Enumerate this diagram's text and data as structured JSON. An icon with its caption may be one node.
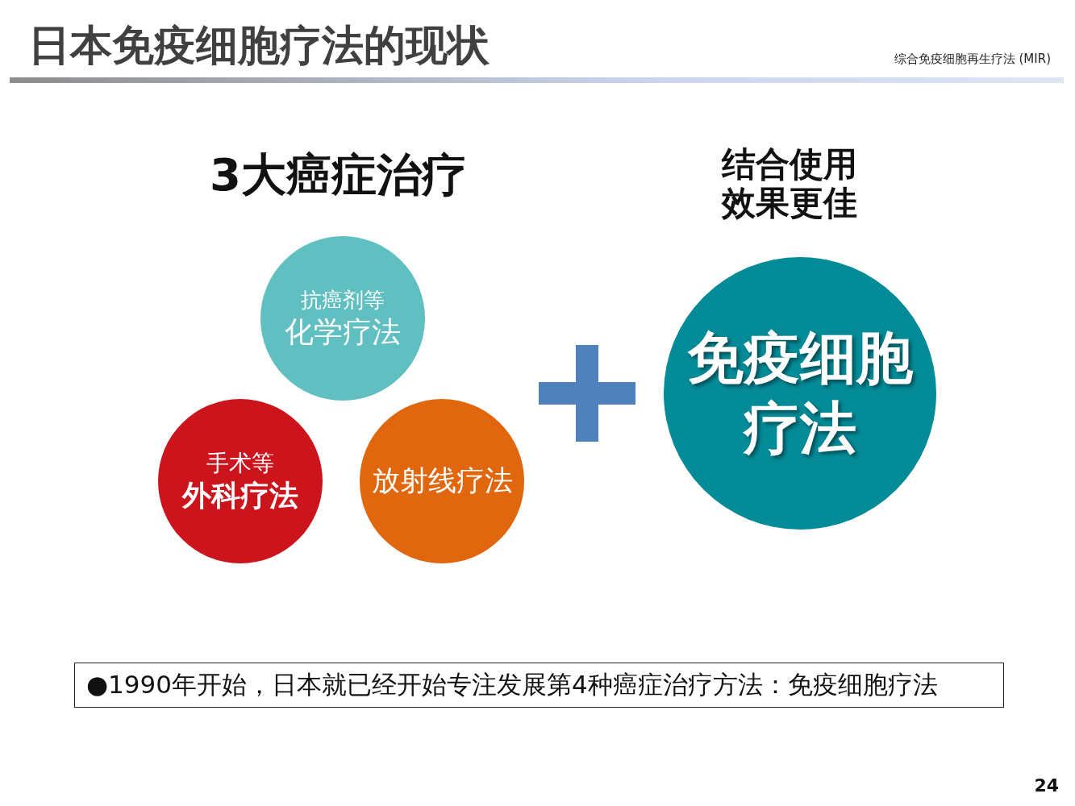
{
  "diagram": {
    "title": "日本免疫细胞疗法的现状",
    "nodes": [
      {
        "text": [
          "抗癌剂等",
          "化学疗法"
        ]
      },
      {
        "text": [
          "手术等",
          "外科疗法"
        ]
      },
      {
        "text": [
          "放射线疗法"
        ]
      },
      {
        "text": [
          "免疫细胞疗法"
        ]
      },
      {
        "text": [
          "●1990年开始，日本就已经开始专注发展第4种癌症治疗方法：免疫细胞疗法"
        ]
      }
    ],
    "labels": [
      "综合免疫细胞再生疗法 (MIR)",
      "3大癌症治疗",
      "结合使用效果更佳",
      "24"
    ]
  }
}
